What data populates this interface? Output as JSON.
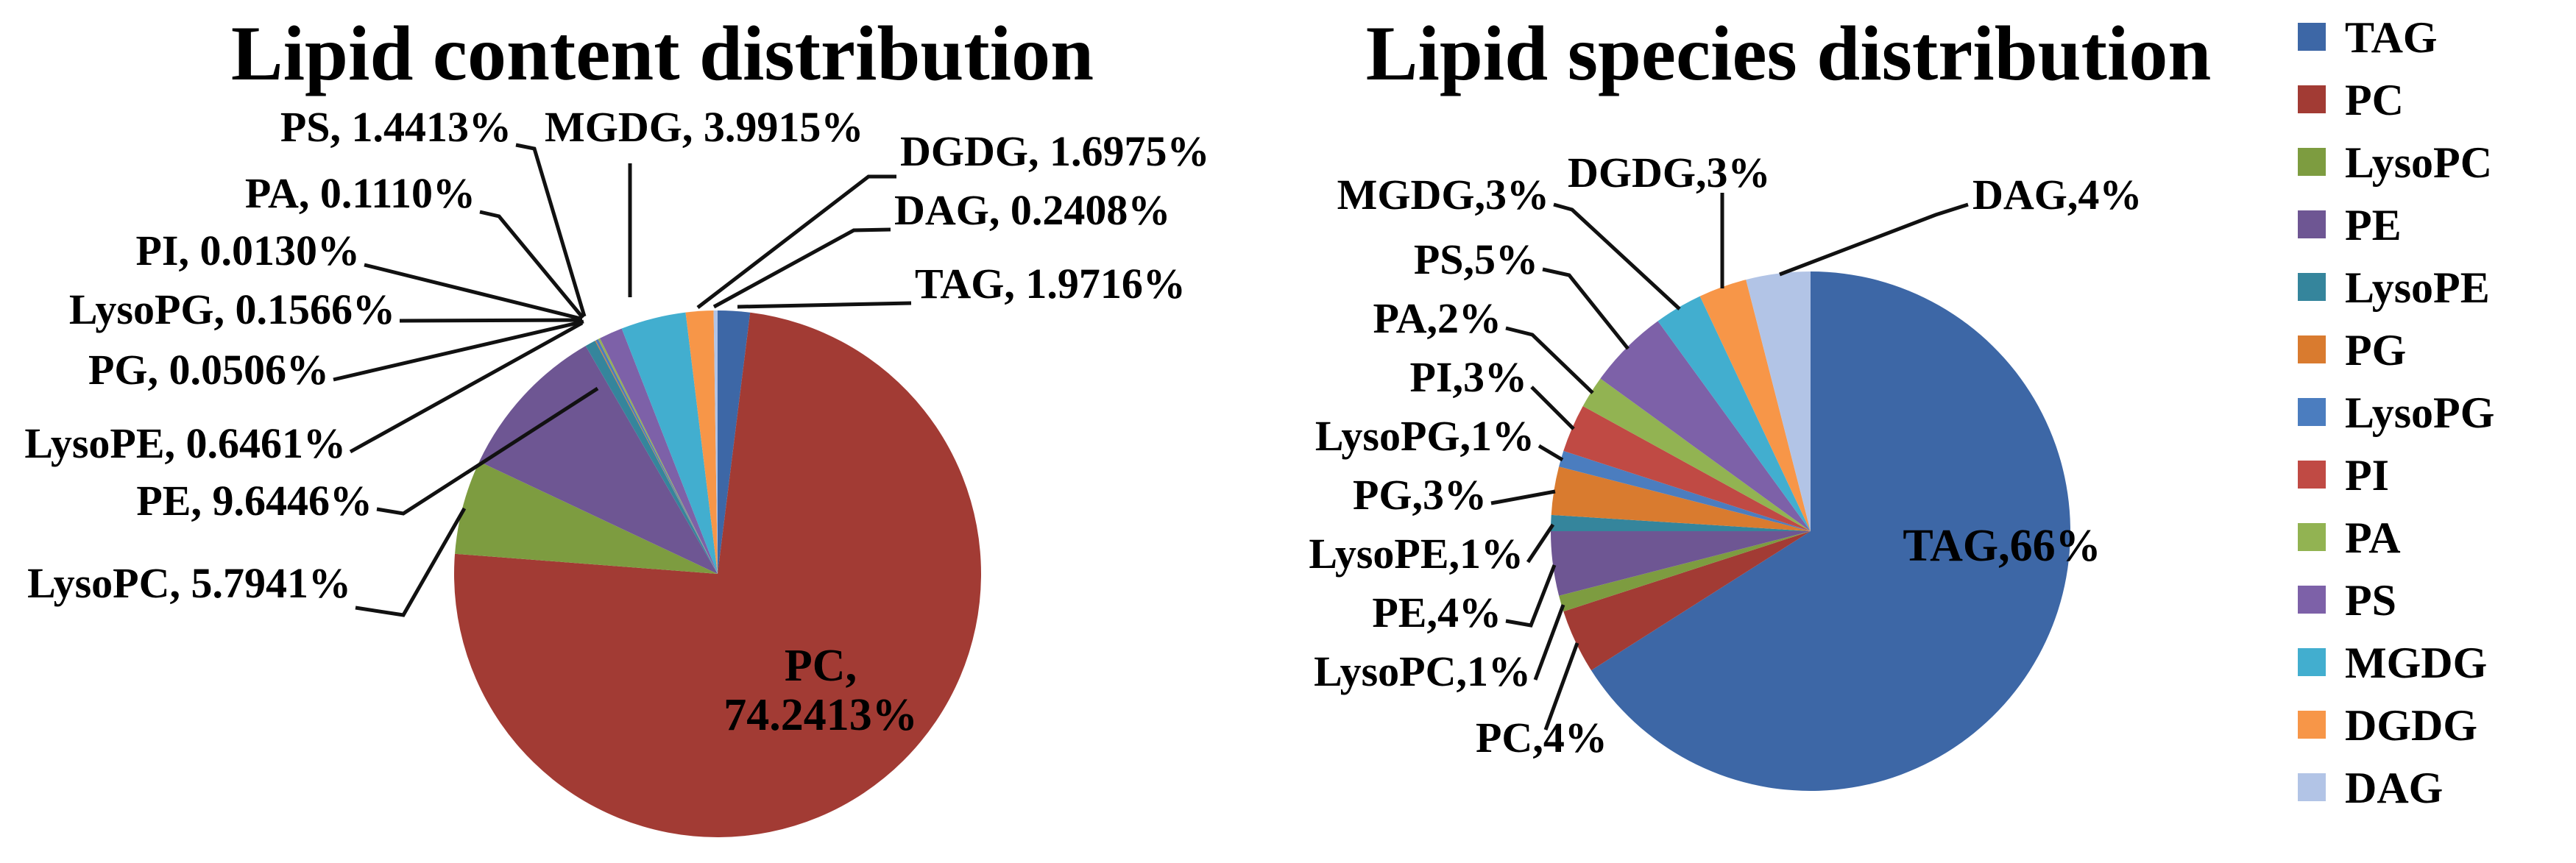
{
  "chart_data": [
    {
      "type": "pie",
      "title": "Lipid content distribution",
      "unit": "%",
      "start_angle_deg": 0,
      "direction": "clockwise",
      "legend_position": "none",
      "categories": [
        "TAG",
        "PC",
        "LysoPC",
        "PE",
        "LysoPE",
        "PG",
        "LysoPG",
        "PI",
        "PA",
        "PS",
        "MGDG",
        "DGDG",
        "DAG"
      ],
      "values": [
        1.9716,
        74.2413,
        5.7941,
        9.6446,
        0.6461,
        0.0506,
        0.1566,
        0.013,
        0.111,
        1.4413,
        3.9915,
        1.6975,
        0.2408
      ],
      "slice_labels": [
        "TAG, 1.9716%",
        "PC, 74.2413%",
        "LysoPC, 5.7941%",
        "PE, 9.6446%",
        "LysoPE, 0.6461%",
        "PG, 0.0506%",
        "LysoPG, 0.1566%",
        "PI, 0.0130%",
        "PA, 0.1110%",
        "PS, 1.4413%",
        "MGDG, 3.9915%",
        "DGDG, 1.6975%",
        "DAG, 0.2408%"
      ],
      "inside_label": {
        "category": "PC",
        "lines": [
          "PC,",
          "74.2413%"
        ]
      }
    },
    {
      "type": "pie",
      "title": "Lipid species distribution",
      "unit": "%",
      "start_angle_deg": 0,
      "direction": "clockwise",
      "legend_position": "right",
      "categories": [
        "TAG",
        "PC",
        "LysoPC",
        "PE",
        "LysoPE",
        "PG",
        "LysoPG",
        "PI",
        "PA",
        "PS",
        "MGDG",
        "DGDG",
        "DAG"
      ],
      "values": [
        66,
        4,
        1,
        4,
        1,
        3,
        1,
        3,
        2,
        5,
        3,
        3,
        4
      ],
      "slice_labels": [
        "TAG,66%",
        "PC,4%",
        "LysoPC,1%",
        "PE,4%",
        "LysoPE,1%",
        "PG,3%",
        "LysoPG,1%",
        "PI,3%",
        "PA,2%",
        "PS,5%",
        "MGDG,3%",
        "DGDG,3%",
        "DAG,4%"
      ],
      "inside_label": {
        "category": "TAG",
        "lines": [
          "TAG,66%"
        ]
      }
    }
  ],
  "legend": {
    "position": "right",
    "items": [
      "TAG",
      "PC",
      "LysoPC",
      "PE",
      "LysoPE",
      "PG",
      "LysoPG",
      "PI",
      "PA",
      "PS",
      "MGDG",
      "DGDG",
      "DAG"
    ]
  },
  "series_colors": {
    "TAG": "#3D67A6",
    "PC": "#A23B34",
    "LysoPC": "#7D9C40",
    "PE": "#6E5693",
    "LysoPE": "#35859C",
    "PG": "#D97B2F",
    "LysoPG": "#4B7DBF",
    "PI": "#C04A44",
    "PA": "#92B352",
    "PS": "#7D61A8",
    "MGDG": "#42AECF",
    "DGDG": "#F79648",
    "DAG": "#B2C4E6"
  },
  "background_color": "#FFFFFF",
  "text_color": "#000000"
}
